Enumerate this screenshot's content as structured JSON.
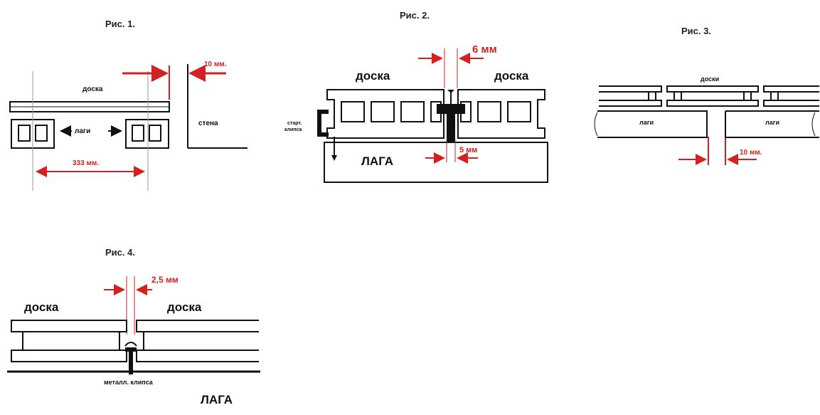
{
  "colors": {
    "ink": "#111111",
    "accent": "#d42020",
    "background": "#ffffff"
  },
  "fig1": {
    "caption": "Рис. 1.",
    "board": "доска",
    "joists": "лаги",
    "wall": "стена",
    "gap": "10 мм.",
    "spacing": "333 мм."
  },
  "fig2": {
    "caption": "Рис. 2.",
    "board_left": "доска",
    "board_right": "доска",
    "gap_top": "6 мм",
    "gap_bottom": "5 мм",
    "start_clip": "старт. клипса",
    "joist": "ЛАГА"
  },
  "fig3": {
    "caption": "Рис. 3.",
    "boards": "доски",
    "joist_left": "лаги",
    "joist_right": "лаги",
    "gap": "10 мм."
  },
  "fig4": {
    "caption": "Рис. 4.",
    "board_left": "доска",
    "board_right": "доска",
    "gap": "2,5 мм",
    "clip": "металл. клипса",
    "joist": "ЛАГА"
  }
}
